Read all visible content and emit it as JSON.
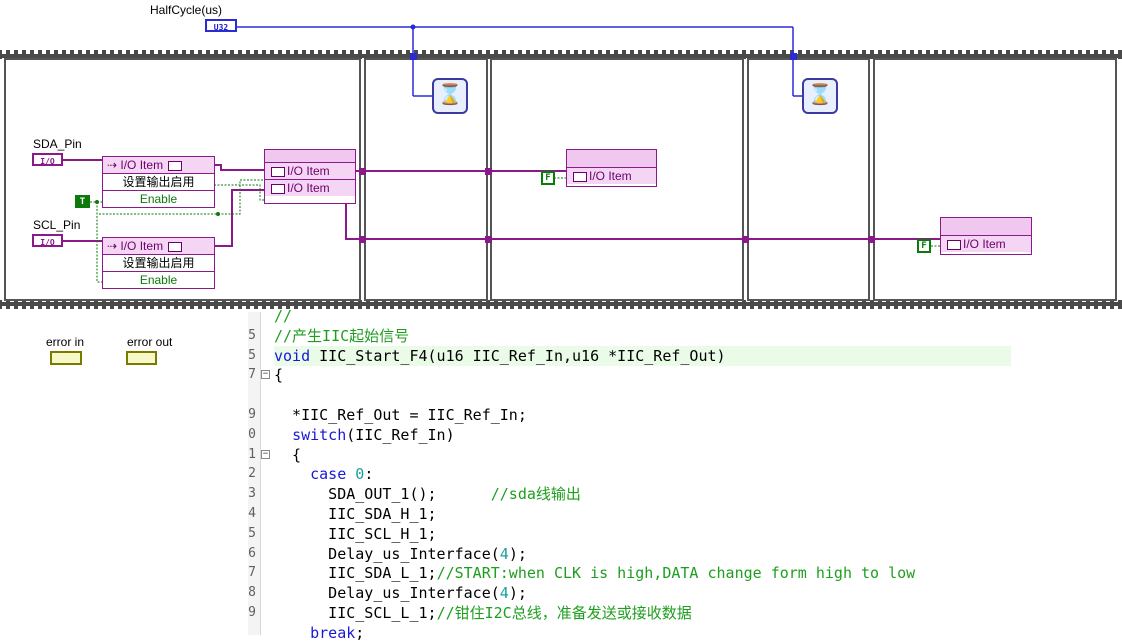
{
  "diagram": {
    "half_cycle_label": "HalfCycle(us)",
    "half_cycle_type": "U32",
    "sda_pin_label": "SDA_Pin",
    "scl_pin_label": "SCL_Pin",
    "io_type": "I/O",
    "io_item_label": "I/O Item",
    "set_output_label": "设置输出启用",
    "enable_label": "Enable",
    "true_const": "T",
    "false_const": "F",
    "error_in_label": "error in",
    "error_out_label": "error out",
    "colors": {
      "wire_blue": "#2b2bd6",
      "wire_purple": "#8a1a8a",
      "bool_green": "#0b7a0b",
      "frame_gray": "#555555"
    },
    "icons": [
      "hourglass-wait-icon",
      "hourglass-wait-icon"
    ]
  },
  "editor": {
    "lines": [
      {
        "ln": "",
        "code": [
          {
            "t": "//",
            "c": "cmt"
          }
        ]
      },
      {
        "ln": "5",
        "code": [
          {
            "t": "//产生IIC起始信号",
            "c": "cmt"
          }
        ]
      },
      {
        "ln": "5",
        "code": [
          {
            "t": "void",
            "c": "kw"
          },
          {
            "t": " IIC_Start_F4(u16 IIC_Ref_In,u16 *IIC_Ref_Out)",
            "c": ""
          }
        ],
        "highlight": true
      },
      {
        "ln": "7",
        "fold": "−",
        "code": [
          {
            "t": "{",
            "c": ""
          }
        ]
      },
      {
        "ln": "",
        "code": []
      },
      {
        "ln": "9",
        "code": [
          {
            "t": "  *IIC_Ref_Out = IIC_Ref_In;",
            "c": ""
          }
        ]
      },
      {
        "ln": "0",
        "code": [
          {
            "t": "  ",
            "c": ""
          },
          {
            "t": "switch",
            "c": "kw"
          },
          {
            "t": "(IIC_Ref_In)",
            "c": ""
          }
        ]
      },
      {
        "ln": "1",
        "fold": "−",
        "code": [
          {
            "t": "  {",
            "c": ""
          }
        ]
      },
      {
        "ln": "2",
        "code": [
          {
            "t": "    ",
            "c": ""
          },
          {
            "t": "case",
            "c": "kw"
          },
          {
            "t": " ",
            "c": ""
          },
          {
            "t": "0",
            "c": "num"
          },
          {
            "t": ":",
            "c": ""
          }
        ]
      },
      {
        "ln": "3",
        "code": [
          {
            "t": "      SDA_OUT_1();      ",
            "c": ""
          },
          {
            "t": "//sda线输出",
            "c": "cmt"
          }
        ]
      },
      {
        "ln": "4",
        "code": [
          {
            "t": "      IIC_SDA_H_1;",
            "c": ""
          }
        ]
      },
      {
        "ln": "5",
        "code": [
          {
            "t": "      IIC_SCL_H_1;",
            "c": ""
          }
        ]
      },
      {
        "ln": "6",
        "code": [
          {
            "t": "      Delay_us_Interface(",
            "c": ""
          },
          {
            "t": "4",
            "c": "num"
          },
          {
            "t": ");",
            "c": ""
          }
        ]
      },
      {
        "ln": "7",
        "code": [
          {
            "t": "      IIC_SDA_L_1;",
            "c": ""
          },
          {
            "t": "//START:when CLK is high,DATA change form high to low",
            "c": "cmt"
          }
        ]
      },
      {
        "ln": "8",
        "code": [
          {
            "t": "      Delay_us_Interface(",
            "c": ""
          },
          {
            "t": "4",
            "c": "num"
          },
          {
            "t": ");",
            "c": ""
          }
        ]
      },
      {
        "ln": "9",
        "code": [
          {
            "t": "      IIC_SCL_L_1;",
            "c": ""
          },
          {
            "t": "//钳住I2C总线，准备发送或接收数据",
            "c": "cmt"
          }
        ]
      },
      {
        "ln": "",
        "code": [
          {
            "t": "    ",
            "c": ""
          },
          {
            "t": "break",
            "c": "kw"
          },
          {
            "t": ";",
            "c": ""
          }
        ]
      }
    ]
  }
}
